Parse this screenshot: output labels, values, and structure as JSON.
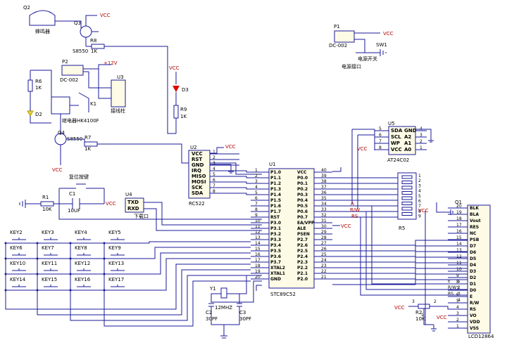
{
  "colors": {
    "wire": "#1a1a9a",
    "pin": "#b00000",
    "chip_fill": "#fdfbe6",
    "led": "#e00000",
    "text": "#000000"
  },
  "labels": {
    "q2": "Q2",
    "buzzer": "蜂鸣器",
    "q3": "Q3",
    "vcc": "VCC",
    "r8": "R8",
    "s8550_a": "S8550",
    "r8_val": "1K",
    "p2": "P2",
    "p2_model": "DC-002",
    "v12": "+12V",
    "u3": "U3",
    "r6": "R6",
    "r6_val": "1K",
    "d2": "D2",
    "k1": "K1",
    "relay": "继电器HK4100F",
    "jxz": "接线柱",
    "q4": "Q4",
    "s8550_b": "S8550",
    "r7": "R7",
    "r7_val": "1K",
    "d3": "D3",
    "r9": "R9",
    "r9_val": "1K",
    "p1": "P1",
    "p1_model": "DC-002",
    "sw1": "SW1",
    "power_sw": "电源开关",
    "power_port": "电源接口",
    "u5": "U5",
    "u5_name": "AT24C02",
    "u2": "U2",
    "u2_name": "RC522",
    "u1": "U1",
    "u1_name": "STC89C52",
    "u4": "U4",
    "serial": "下载口",
    "reset": "复位按键",
    "r1": "R1",
    "r1_val": "10K",
    "c1": "C1",
    "c1_val": "10UF",
    "r5": "R5",
    "y1": "Y1",
    "y1_val": "12MHZ",
    "c2": "C2",
    "c2_val": "30PF",
    "c3": "C3",
    "c3_val": "30PF",
    "q1": "Q1",
    "lcd": "LCD12864",
    "r2": "R2",
    "r2_val": "10K",
    "a_lbl": "A",
    "rw_lbl": "R/W",
    "rs_lbl": "RS",
    "e_lbl": "E",
    "rw_lbl2": "R/W",
    "rs_lbl2": "RS"
  },
  "u2_pins": [
    "VCC",
    "RST",
    "GND",
    "IRQ",
    "MISO",
    "MOSI",
    "SCK",
    "SDA"
  ],
  "u5_left": [
    "SDA",
    "SCL",
    "WP",
    "VCC"
  ],
  "u5_right": [
    "GND",
    "A2",
    "A1",
    "A0"
  ],
  "u5_pin_left": [
    "5",
    "6",
    "7",
    "8"
  ],
  "u5_pin_right": [
    "4",
    "3",
    "2",
    "1"
  ],
  "u4_pins": [
    "TXD",
    "RXD"
  ],
  "u1_left": [
    "P1.0",
    "P1.1",
    "P1.2",
    "P1.3",
    "P1.4",
    "P1.5",
    "P1.6",
    "P1.7",
    "RST",
    "P3.0",
    "P3.1",
    "P3.2",
    "P3.3",
    "P3.4",
    "P3.5",
    "P3.6",
    "P3.7",
    "XTAL2",
    "XTAL1",
    "GND"
  ],
  "u1_left_nums": [
    "1",
    "2",
    "3",
    "4",
    "5",
    "6",
    "7",
    "8",
    "9",
    "10",
    "11",
    "12",
    "13",
    "14",
    "15",
    "16",
    "17",
    "18",
    "19",
    "20"
  ],
  "u1_right": [
    "VCC",
    "P0.0",
    "P0.1",
    "P0.2",
    "P0.3",
    "P0.4",
    "P0.5",
    "P0.6",
    "P0.7",
    "EA/VPP",
    "ALE",
    "PSEN",
    "P2.7",
    "P2.6",
    "P2.5",
    "P2.4",
    "P2.3",
    "P2.2",
    "P2.1",
    "P2.0"
  ],
  "u1_right_nums": [
    "40",
    "39",
    "38",
    "37",
    "36",
    "35",
    "34",
    "33",
    "32",
    "31",
    "30",
    "29",
    "28",
    "27",
    "26",
    "25",
    "24",
    "23",
    "22",
    "21"
  ],
  "lcd_pins": [
    "BLK",
    "BLA",
    "Vout",
    "RES",
    "NC",
    "PSB",
    "D7",
    "D6",
    "D5",
    "D4",
    "D3",
    "D2",
    "D1",
    "D0",
    "E",
    "R/W",
    "RS",
    "VO",
    "VDD",
    "VSS"
  ],
  "lcd_nums": [
    "20",
    "19",
    "18",
    "17",
    "16",
    "15",
    "14",
    "13",
    "12",
    "11",
    "10",
    "9",
    "8",
    "7",
    "6",
    "5",
    "4",
    "3",
    "2",
    "1"
  ],
  "keys": [
    "KEY2",
    "KEY3",
    "KEY4",
    "KEY5",
    "KEY6",
    "KEY7",
    "KEY8",
    "KEY9",
    "KEY10",
    "KEY11",
    "KEY12",
    "KEY13",
    "KEY14",
    "KEY15",
    "KEY16",
    "KEY17"
  ],
  "r5_pins": [
    "1",
    "2",
    "3",
    "4",
    "5",
    "6",
    "7",
    "8",
    "9"
  ],
  "lcd_small": [
    "1",
    "2",
    "3",
    "4"
  ],
  "r2_pins": [
    "3",
    "2",
    "1"
  ]
}
